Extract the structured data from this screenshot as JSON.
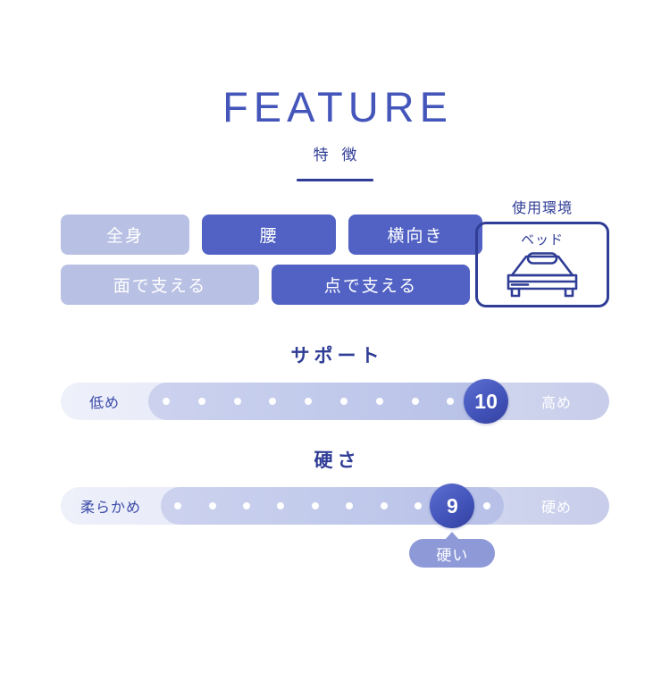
{
  "header": {
    "title": "FEATURE",
    "subtitle": "特 徴"
  },
  "tags": {
    "row1": [
      {
        "label": "全身",
        "active": false
      },
      {
        "label": "腰",
        "active": true
      },
      {
        "label": "横向き",
        "active": true
      }
    ],
    "row2": [
      {
        "label": "面で支える",
        "active": false
      },
      {
        "label": "点で支える",
        "active": true
      }
    ]
  },
  "usage_environment": {
    "label": "使用環境",
    "value": "ベッド",
    "icon": "bed-icon"
  },
  "sliders": [
    {
      "id": "support",
      "heading": "サポート",
      "left_label": "低め",
      "right_label": "高め",
      "value": 10,
      "min": 1,
      "max": 10,
      "tooltip": null
    },
    {
      "id": "hardness",
      "heading": "硬さ",
      "left_label": "柔らかめ",
      "right_label": "硬め",
      "value": 9,
      "min": 1,
      "max": 10,
      "tooltip": "硬い"
    }
  ],
  "colors": {
    "accent_dark": "#2f3d96",
    "accent": "#4556bb",
    "tag_active": "#5162c4",
    "tag_inactive": "#b8c0e4",
    "track_pale": "#e9ecf8",
    "track_inner": "#c3cbec",
    "tooltip_bg": "#8e99d8",
    "background": "#ffffff"
  }
}
